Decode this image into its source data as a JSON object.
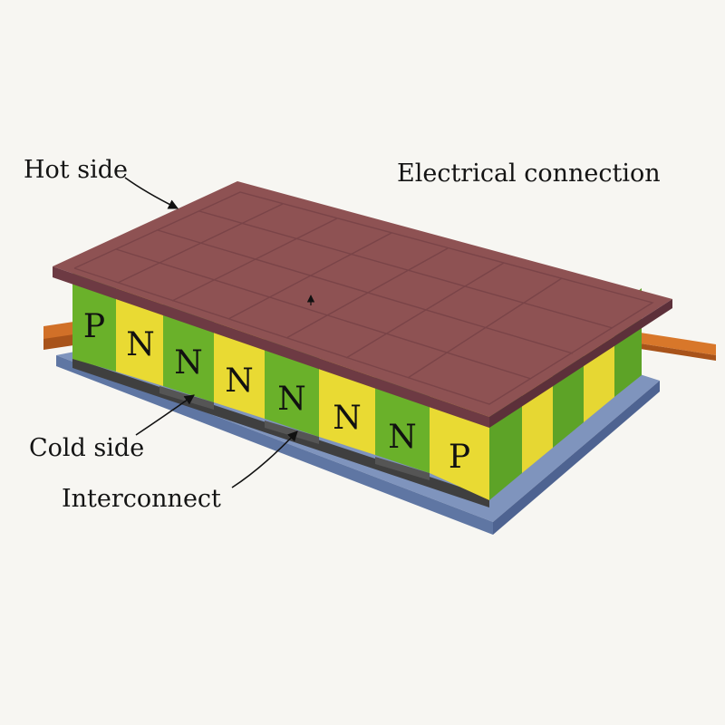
{
  "labels": {
    "hot_side": "Hot side",
    "electrical_connection": "Electrical connection",
    "cold_side": "Cold side",
    "interconnect": "Interconnect"
  },
  "legs": [
    "P",
    "N",
    "N",
    "N",
    "N",
    "N",
    "N",
    "P"
  ],
  "colors": {
    "hot_plate_top": "#8e5253",
    "hot_plate_side": "#6d3a43",
    "cold_plate": "#6f86b0",
    "electrode": "#c9651a",
    "p_leg": "#e9da33",
    "n_leg": "#6ab12a",
    "interconnect": "#3f3f3f"
  }
}
